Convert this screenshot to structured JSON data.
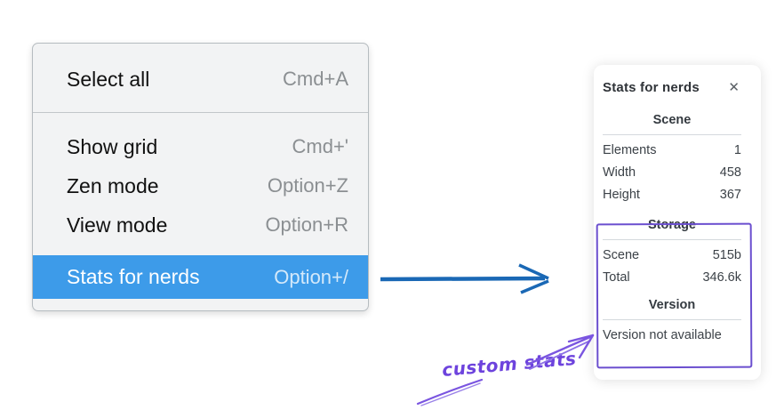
{
  "context_menu": {
    "items": [
      {
        "label": "Select all",
        "shortcut": "Cmd+A",
        "selected": false
      },
      {
        "label": "Show grid",
        "shortcut": "Cmd+'",
        "selected": false
      },
      {
        "label": "Zen mode",
        "shortcut": "Option+Z",
        "selected": false
      },
      {
        "label": "View mode",
        "shortcut": "Option+R",
        "selected": false
      },
      {
        "label": "Stats for nerds",
        "shortcut": "Option+/",
        "selected": true
      }
    ],
    "selected_item": "Stats for nerds"
  },
  "stats_panel": {
    "title": "Stats for nerds",
    "icons": {
      "close": "✕"
    },
    "sections": [
      {
        "heading": "Scene",
        "rows": [
          {
            "label": "Elements",
            "value": "1"
          },
          {
            "label": "Width",
            "value": "458"
          },
          {
            "label": "Height",
            "value": "367"
          }
        ]
      },
      {
        "heading": "Storage",
        "rows": [
          {
            "label": "Scene",
            "value": "515b"
          },
          {
            "label": "Total",
            "value": "346.6k"
          }
        ]
      },
      {
        "heading": "Version",
        "note": "Version not available"
      }
    ]
  },
  "annotation": {
    "label": "custom stats",
    "target": "Storage and Version sections"
  },
  "colors": {
    "menu_highlight_blue": "#3d9be9",
    "pointer_arrow_blue": "#1a68b5",
    "annotation_purple": "#7048e8",
    "annotation_box_purple": "#6b4fcf",
    "menu_background": "#f2f3f4"
  }
}
